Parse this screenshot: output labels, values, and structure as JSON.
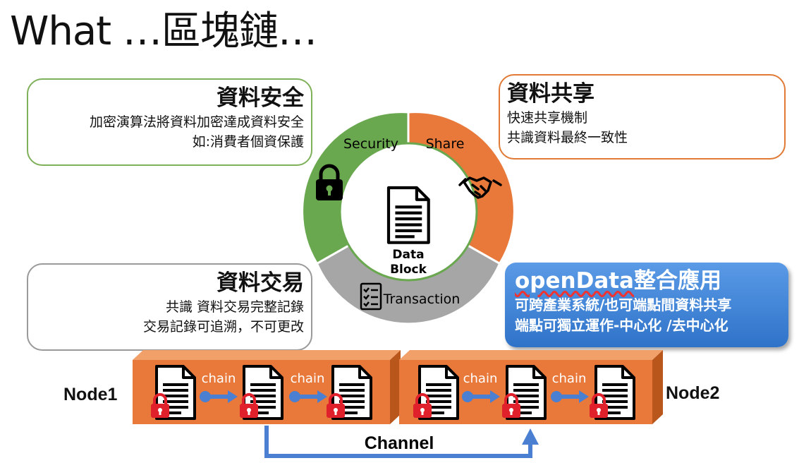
{
  "title": "What …區塊鏈…",
  "cards": {
    "security": {
      "title": "資料安全",
      "lines": [
        "加密演算法將資料加密達成資料安全",
        "如:消費者個資保護"
      ]
    },
    "share": {
      "title": "資料共享",
      "lines": [
        "快速共享機制",
        "共識資料最終一致性"
      ]
    },
    "transaction": {
      "title": "資料交易",
      "lines": [
        "共識 資料交易完整記錄",
        "交易記錄可追溯，不可更改"
      ]
    },
    "opendata": {
      "title_prefix": "openData",
      "title_suffix": "整合應用",
      "lines": [
        "可跨產業系統/也可端點間資料共享",
        "端點可獨立運作-中心化 /去中心化"
      ]
    }
  },
  "ring": {
    "security_label": "Security",
    "share_label": "Share",
    "transaction_label": "Transaction",
    "center_label_line1": "Data",
    "center_label_line2": "Block",
    "colors": {
      "security": "#6aa84f",
      "share": "#e8793a",
      "transaction": "#a6a6a6"
    }
  },
  "nodes": {
    "node1_label": "Node1",
    "node2_label": "Node2",
    "chain_label": "chain",
    "channel_label": "Channel",
    "colors": {
      "box": "#e8793a",
      "arrow": "#4a7fd1",
      "lock": "#e0202a"
    }
  }
}
